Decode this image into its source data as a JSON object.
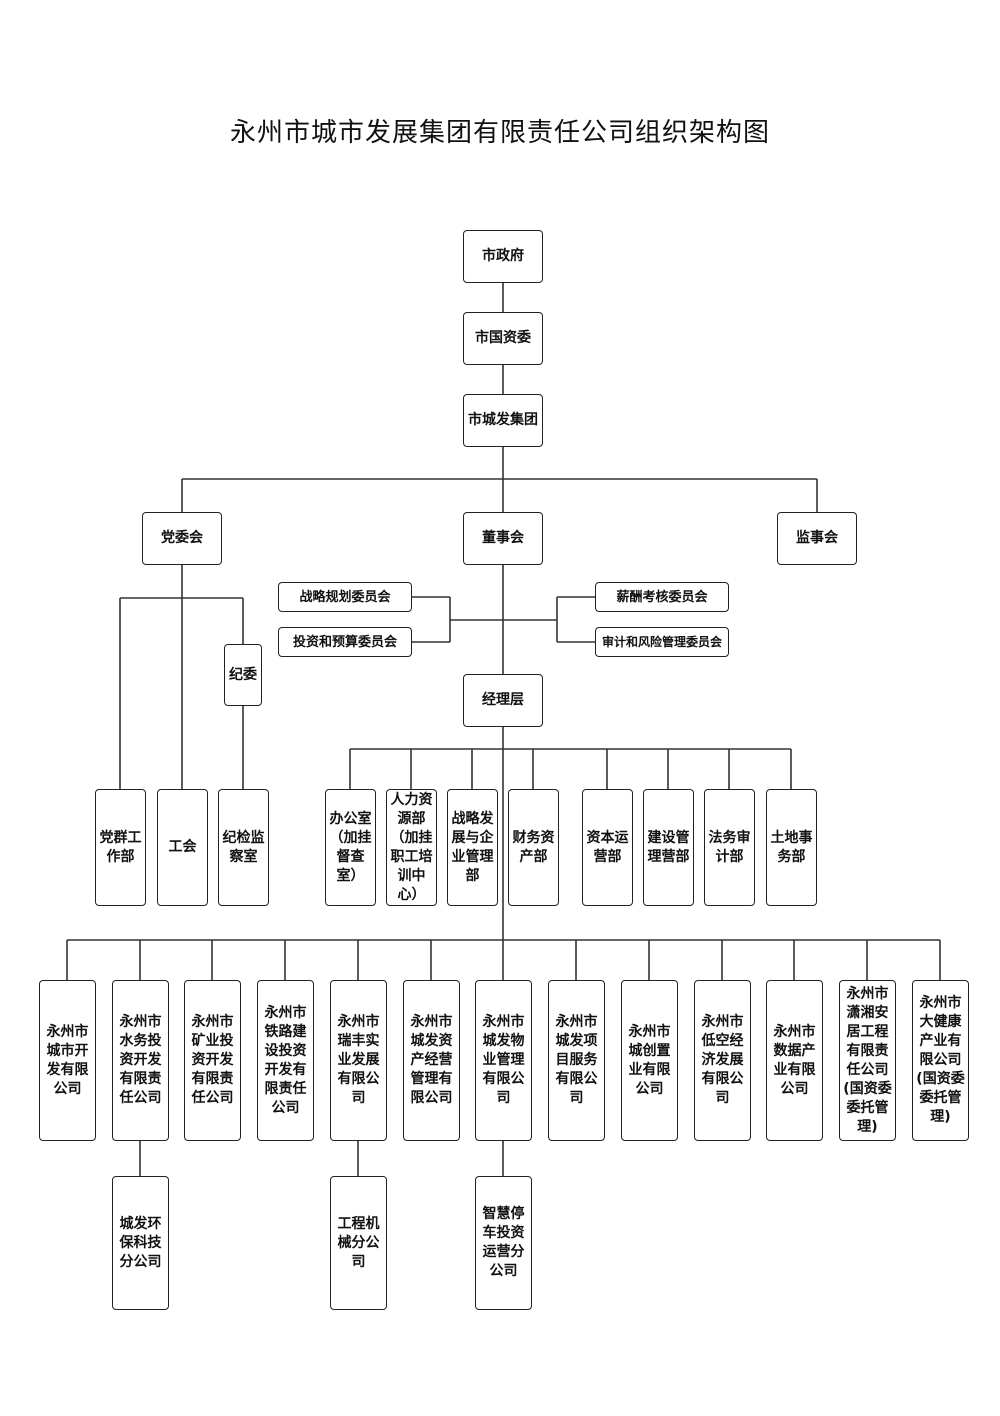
{
  "title": "永州市城市发展集团有限责任公司组织架构图",
  "chain": {
    "government": "市政府",
    "sasac": "市国资委",
    "group": "市城发集团"
  },
  "governance": {
    "party_committee": "党委会",
    "board": "董事会",
    "supervisory_board": "监事会"
  },
  "committees": {
    "left": [
      "战略规划委员会",
      "投资和预算委员会"
    ],
    "right": [
      "薪酬考核委员会",
      "审计和风险管理委员会"
    ]
  },
  "party": {
    "discipline_committee": "纪委",
    "units": [
      "党群工作部",
      "工会",
      "纪检监察室"
    ]
  },
  "management": "经理层",
  "departments": [
    "办公室（加挂督查室）",
    "人力资源部（加挂职工培训中心）",
    "战略发展与企业管理部",
    "财务资产部",
    "资本运营部",
    "建设管理营部",
    "法务审计部",
    "土地事务部"
  ],
  "subsidiaries": [
    "永州市城市开发有限公司",
    "永州市水务投资开发有限责任公司",
    "永州市矿业投资开发有限责任公司",
    "永州市铁路建设投资开发有限责任公司",
    "永州市瑞丰实业发展有限公司",
    "永州市城发资产经营管理有限公司",
    "永州市城发物业管理有限公司",
    "永州市城发项目服务有限公司",
    "永州市城创置业有限公司",
    "永州市低空经济发展有限公司",
    "永州市数据产业有限公司",
    "永州市潇湘安居工程有限责任公司(国资委委托管理)",
    "永州市大健康产业有限公司(国资委委托管理)"
  ],
  "branches": [
    "城发环保科技分公司",
    "工程机械分公司",
    "智慧停车投资运营分公司"
  ]
}
